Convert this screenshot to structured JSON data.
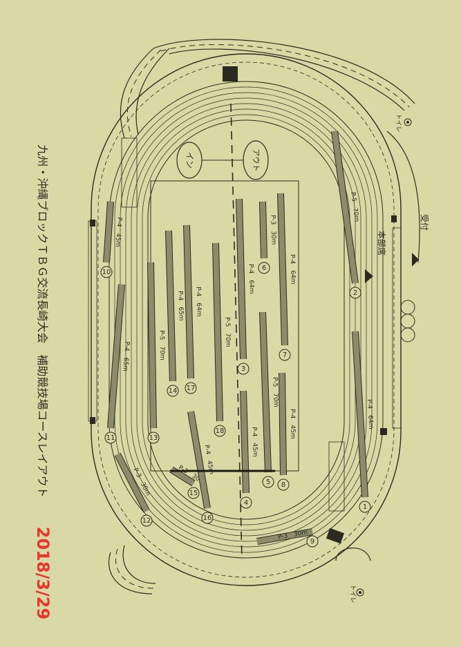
{
  "title": "九州・沖縄ブロックＴＢＧ交流長崎大会　補助競技場コースレイアウト",
  "date_stamp": "2018/3/29",
  "labels": {
    "in": "イン",
    "out": "アウト",
    "toilet": "トイレ",
    "hq": "本部席",
    "reception": "受付"
  },
  "colors": {
    "paper": "#d9d9a6",
    "ink": "#2a2a20",
    "bar": "#8c8c6a",
    "stamp": "#e8362a"
  },
  "bars": [
    {
      "id": "1",
      "label": "P-4　64m"
    },
    {
      "id": "2",
      "label": "P-5　70m"
    },
    {
      "id": "3",
      "label": "P-4　64m"
    },
    {
      "id": "4",
      "label": "P-4　45m"
    },
    {
      "id": "5",
      "label": "P-5　70m"
    },
    {
      "id": "6",
      "label": "P-3　30m"
    },
    {
      "id": "7",
      "label": "P-4　64m"
    },
    {
      "id": "8",
      "label": "P-4　45m"
    },
    {
      "id": "9",
      "label": "P-3　30m"
    },
    {
      "id": "10",
      "label": "P-4　45m"
    },
    {
      "id": "11",
      "label": "P-4　65m"
    },
    {
      "id": "12",
      "label": "P-3　30m"
    },
    {
      "id": "13",
      "label": "P-5　70m"
    },
    {
      "id": "14",
      "label": "P-4　65m"
    },
    {
      "id": "15",
      "label": "P-3　30m"
    },
    {
      "id": "16",
      "label": "P-4　45m"
    },
    {
      "id": "17",
      "label": "P-4　64m"
    },
    {
      "id": "18",
      "label": "P-5　70m"
    }
  ]
}
